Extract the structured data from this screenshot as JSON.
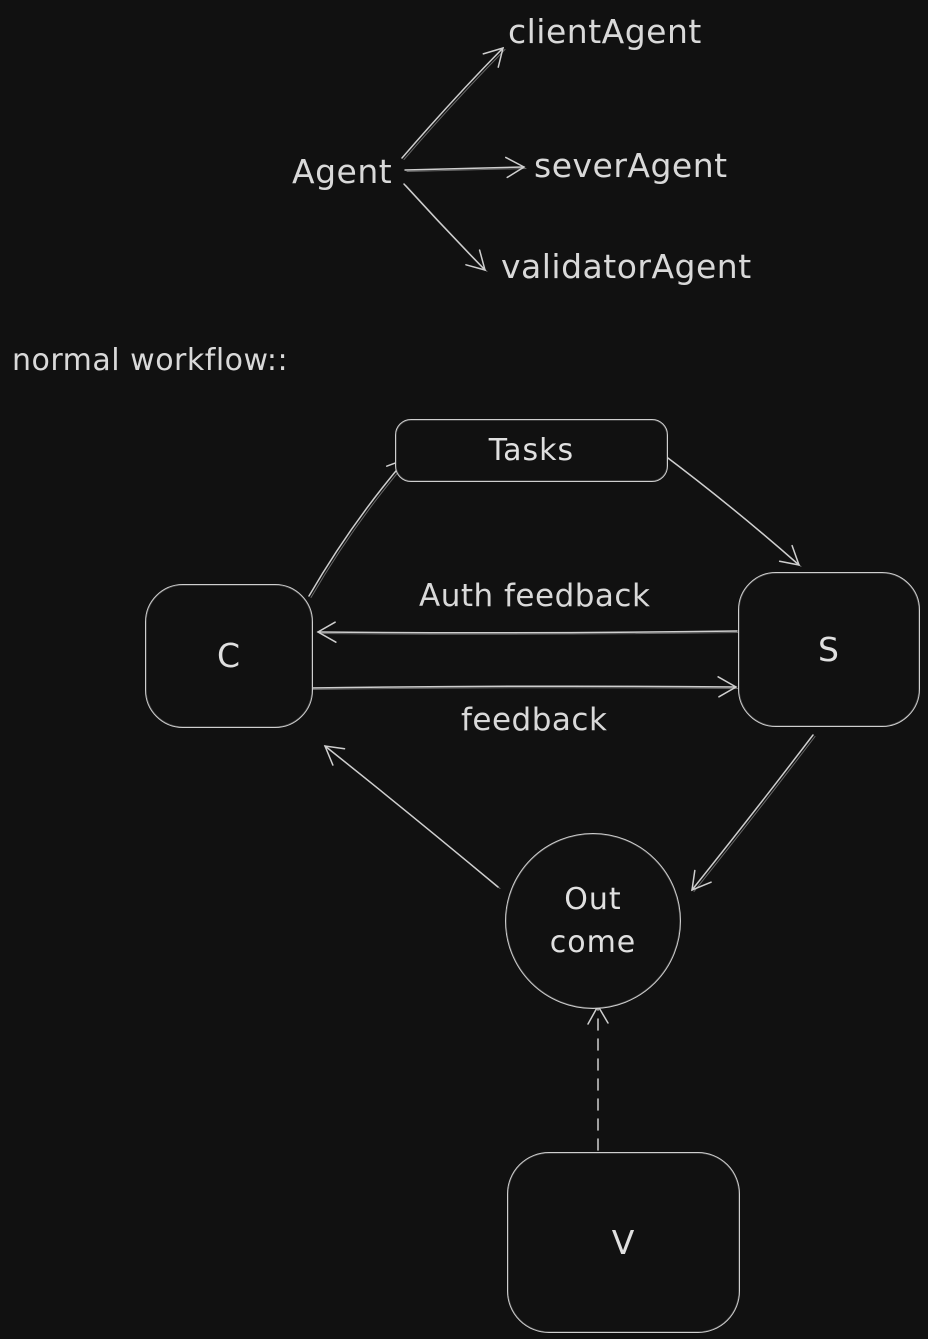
{
  "canvas": {
    "background": "#111111",
    "stroke_color": "#cfcfcf",
    "text_color": "#d9d9d9",
    "style": "hand-drawn-whiteboard"
  },
  "agent_tree": {
    "root": "Agent",
    "children": [
      "clientAgent",
      "severAgent",
      "validatorAgent"
    ]
  },
  "section_label": "normal workflow::",
  "workflow": {
    "nodes": {
      "tasks": {
        "label": "Tasks",
        "shape": "rounded-rect"
      },
      "client": {
        "label": "C",
        "shape": "rounded-rect"
      },
      "server": {
        "label": "S",
        "shape": "rounded-rect"
      },
      "outcome": {
        "label_line1": "Out",
        "label_line2": "come",
        "shape": "circle"
      },
      "validator": {
        "label": "V",
        "shape": "rounded-rect"
      }
    },
    "edges": [
      {
        "from": "C",
        "to": "Tasks",
        "style": "solid",
        "label": ""
      },
      {
        "from": "Tasks",
        "to": "S",
        "style": "solid",
        "label": ""
      },
      {
        "from": "S",
        "to": "C",
        "style": "solid",
        "label": "Auth feedback"
      },
      {
        "from": "C",
        "to": "S",
        "style": "solid",
        "label": "feedback"
      },
      {
        "from": "S",
        "to": "Outcome",
        "style": "solid",
        "label": ""
      },
      {
        "from": "Outcome",
        "to": "C",
        "style": "solid",
        "label": ""
      },
      {
        "from": "V",
        "to": "Outcome",
        "style": "dashed",
        "label": ""
      }
    ]
  }
}
